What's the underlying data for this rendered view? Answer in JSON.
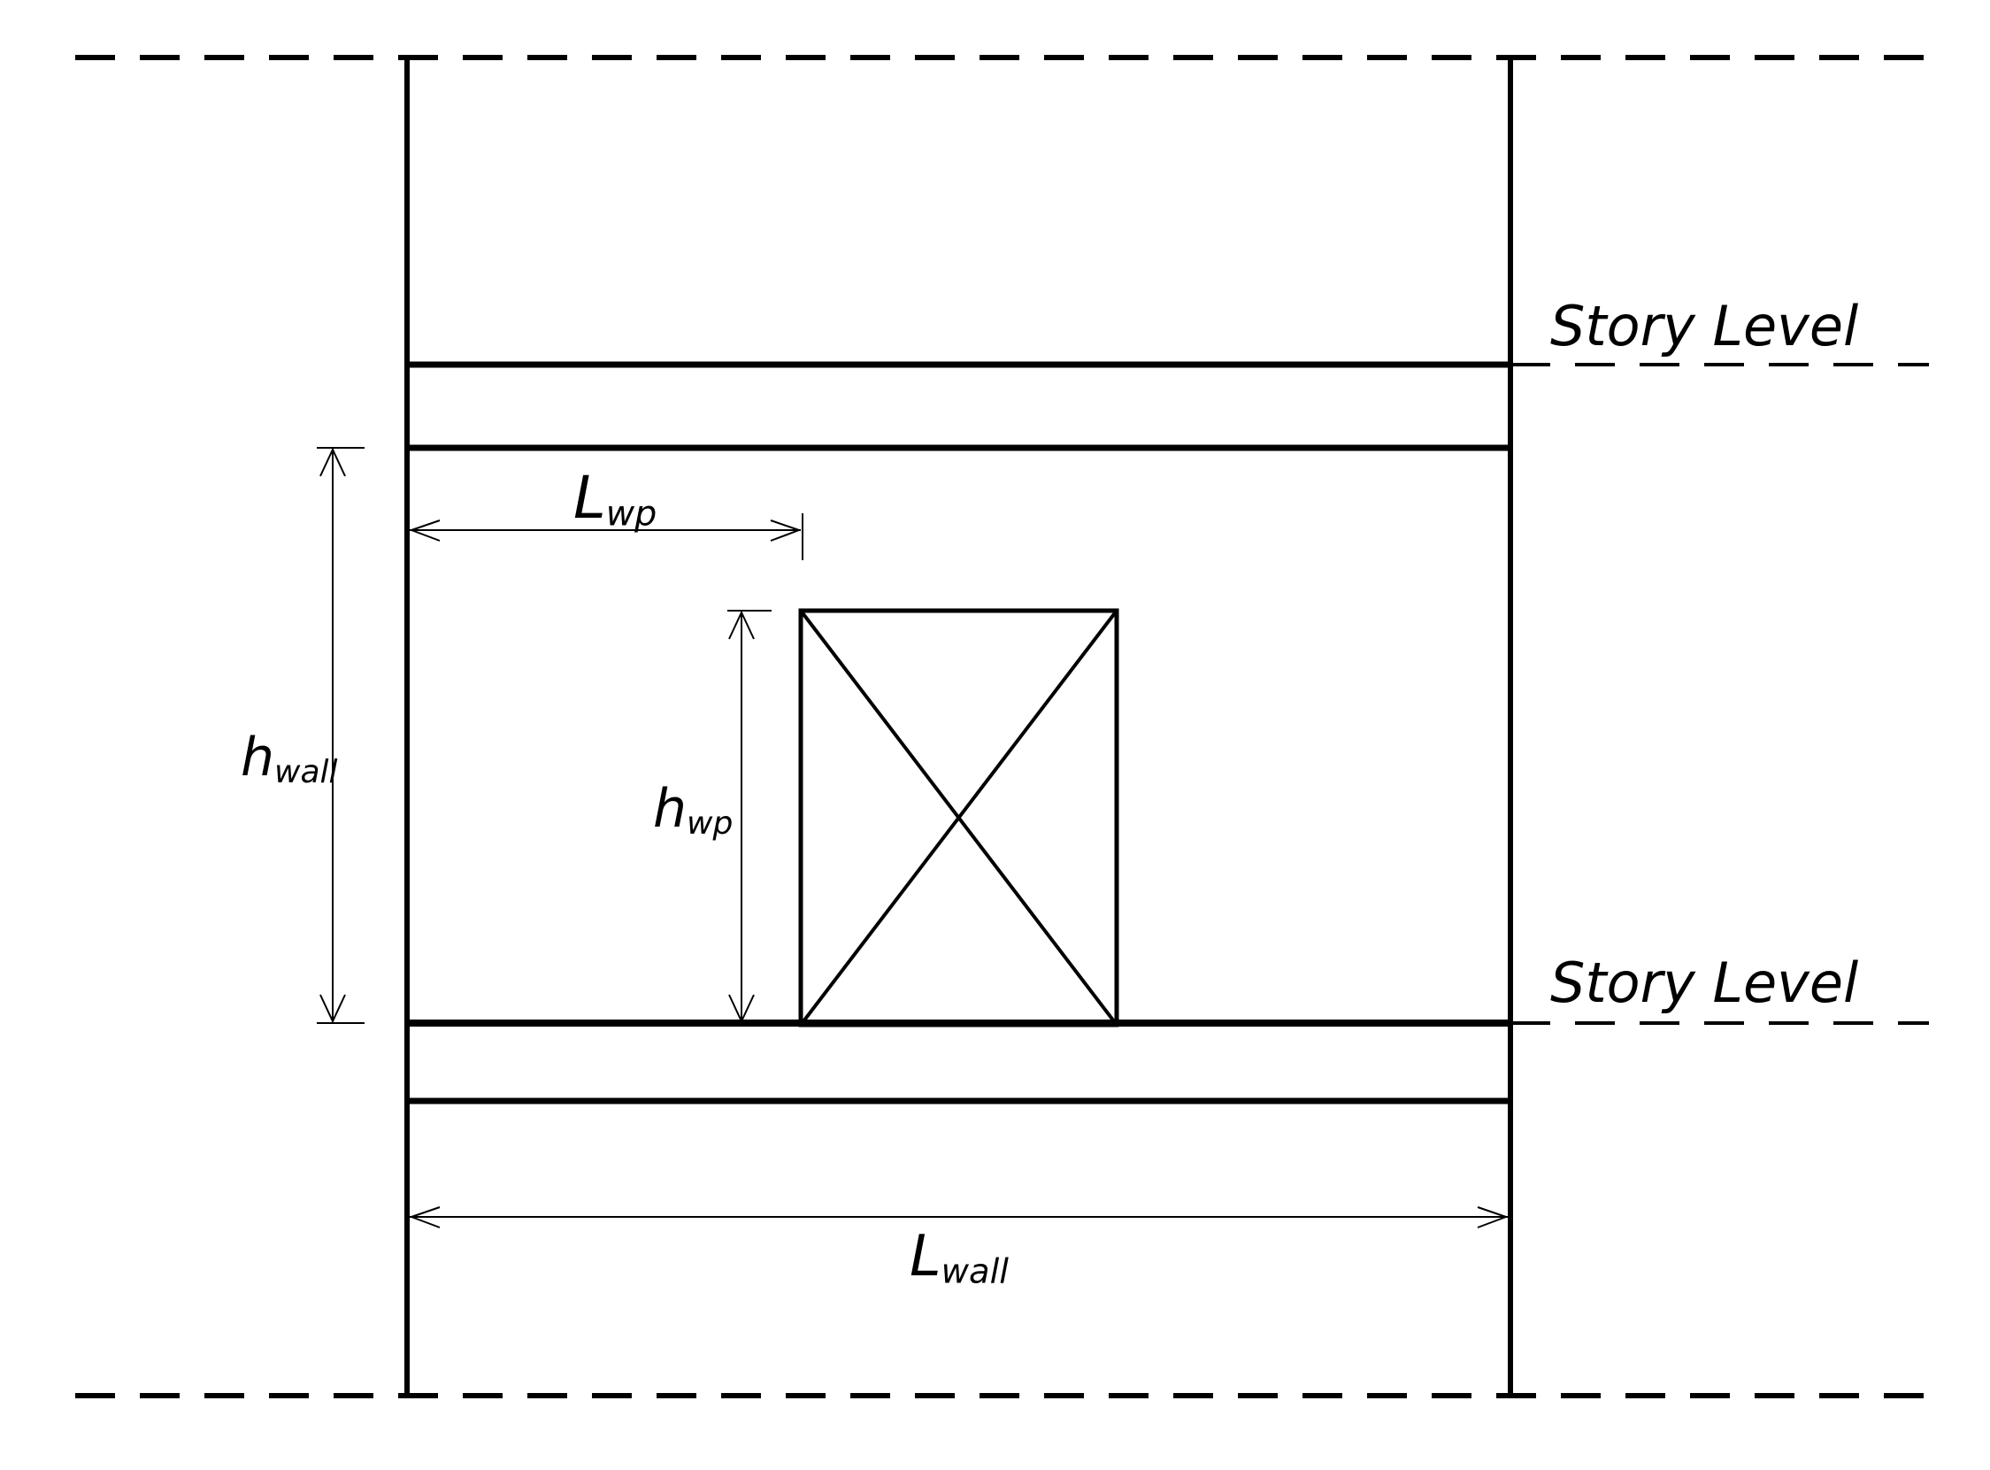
{
  "colors": {
    "ink": "#000000",
    "paper": "#ffffff"
  },
  "labels": {
    "story_level_top": "Story Level",
    "story_level_bottom": "Story Level",
    "h_wall": {
      "main": "h",
      "sub": "wall"
    },
    "l_wp": {
      "main": "L",
      "sub": "wp"
    },
    "h_wp": {
      "main": "h",
      "sub": "wp"
    },
    "l_wall": {
      "main": "L",
      "sub": "wall"
    }
  },
  "diagram": {
    "kind": "structural wall elevation with wall panel",
    "story_levels_shown": 2,
    "dimensions_annotated": [
      "h_wall",
      "L_wp",
      "h_wp",
      "L_wall"
    ]
  }
}
